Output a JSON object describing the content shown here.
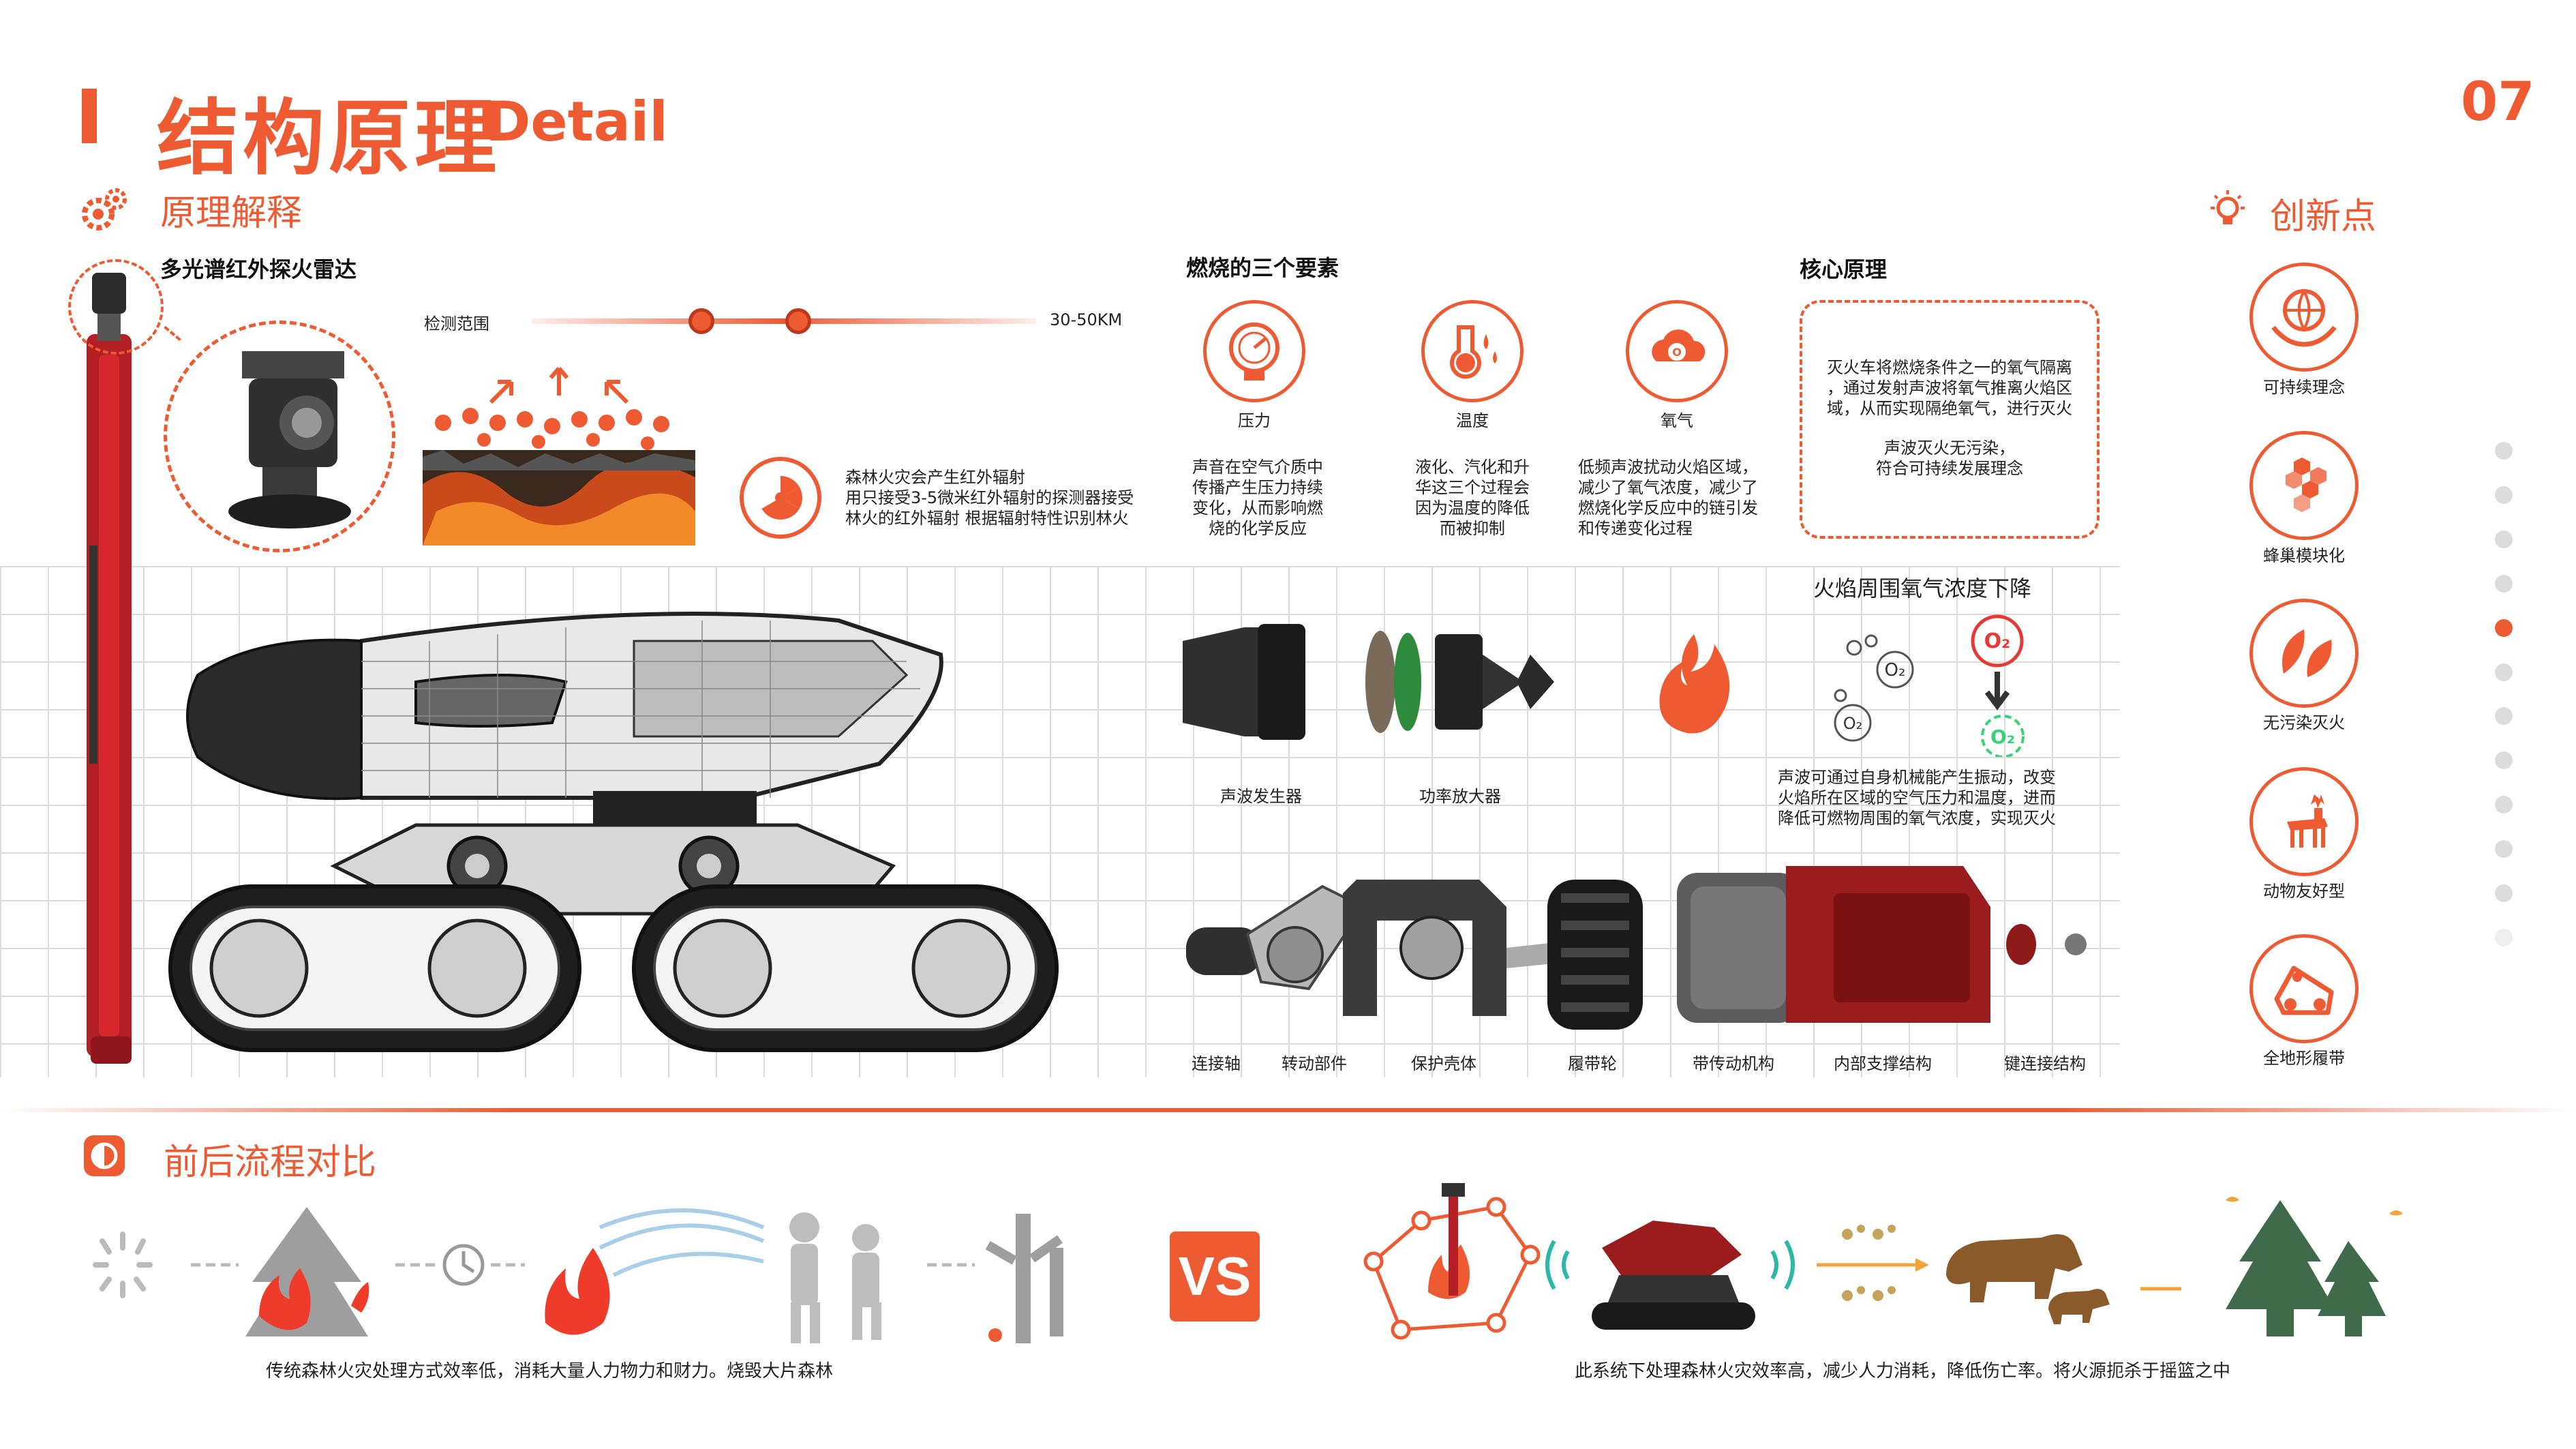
{
  "header": {
    "title_cn": "结构原理",
    "title_en": "Detail",
    "page_number": "07"
  },
  "principle": {
    "section_title": "原理解释",
    "radar_title": "多光谱红外探火雷达",
    "range_label": "检测范围",
    "range_value": "30-50KM",
    "radar_desc": [
      "森林火灾会产生红外辐射",
      "用只接受3-5微米红外辐射的探测器接受",
      "林火的红外辐射  根据辐射特性识别林火"
    ]
  },
  "combustion": {
    "title": "燃烧的三个要素",
    "elements": [
      {
        "name": "压力",
        "desc": [
          "声音在空气介质中",
          "传播产生压力持续",
          "变化，从而影响燃",
          "烧的化学反应"
        ]
      },
      {
        "name": "温度",
        "desc": [
          "液化、汽化和升",
          "华这三个过程会",
          "因为温度的降低",
          "而被抑制"
        ]
      },
      {
        "name": "氧气",
        "desc": [
          "低频声波扰动火焰区域，",
          "减少了氧气浓度，减少了",
          "燃烧化学反应中的链引发",
          "和传递变化过程"
        ]
      }
    ]
  },
  "core": {
    "title": "核心原理",
    "text_1": [
      "灭火车将燃烧条件之一的氧气隔离",
      "，通过发射声波将氧气推离火焰区",
      "域，从而实现隔绝氧气，进行灭火"
    ],
    "text_2": [
      "声波灭火无污染，",
      "符合可持续发展理念"
    ],
    "o2_title": "火焰周围氧气浓度下降",
    "o2_desc": [
      "声波可通过自身机械能产生振动，改变",
      "火焰所在区域的空气压力和温度，进而",
      "降低可燃物周围的氧气浓度，实现灭火"
    ],
    "o2_symbol": "O₂"
  },
  "parts": {
    "top": [
      {
        "label": "声波发生器"
      },
      {
        "label": "功率放大器"
      }
    ],
    "bottom": [
      {
        "label": "连接轴"
      },
      {
        "label": "转动部件"
      },
      {
        "label": "保护壳体"
      },
      {
        "label": "履带轮"
      },
      {
        "label": "带传动机构"
      },
      {
        "label": "内部支撑结构"
      },
      {
        "label": "键连接结构"
      }
    ]
  },
  "innovation": {
    "title": "创新点",
    "items": [
      {
        "label": "可持续理念",
        "icon": "globe-hands-icon"
      },
      {
        "label": "蜂巢模块化",
        "icon": "honeycomb-icon"
      },
      {
        "label": "无污染灭火",
        "icon": "leaves-icon"
      },
      {
        "label": "动物友好型",
        "icon": "deer-icon"
      },
      {
        "label": "全地形履带",
        "icon": "track-icon"
      }
    ]
  },
  "pager": {
    "total": 12,
    "active": 4
  },
  "flow": {
    "section_title": "前后流程对比",
    "vs": "VS",
    "before_caption": "传统森林火灾处理方式效率低，消耗大量人力物力和财力。烧毁大片森林",
    "after_caption": "此系统下处理森林火灾效率高，减少人力消耗，降低伤亡率。将火源扼杀于摇篮之中"
  },
  "colors": {
    "accent": "#ee5a32",
    "dark_red": "#9b1c1c",
    "green": "#3f6b4a",
    "brown": "#8a5a2b"
  }
}
